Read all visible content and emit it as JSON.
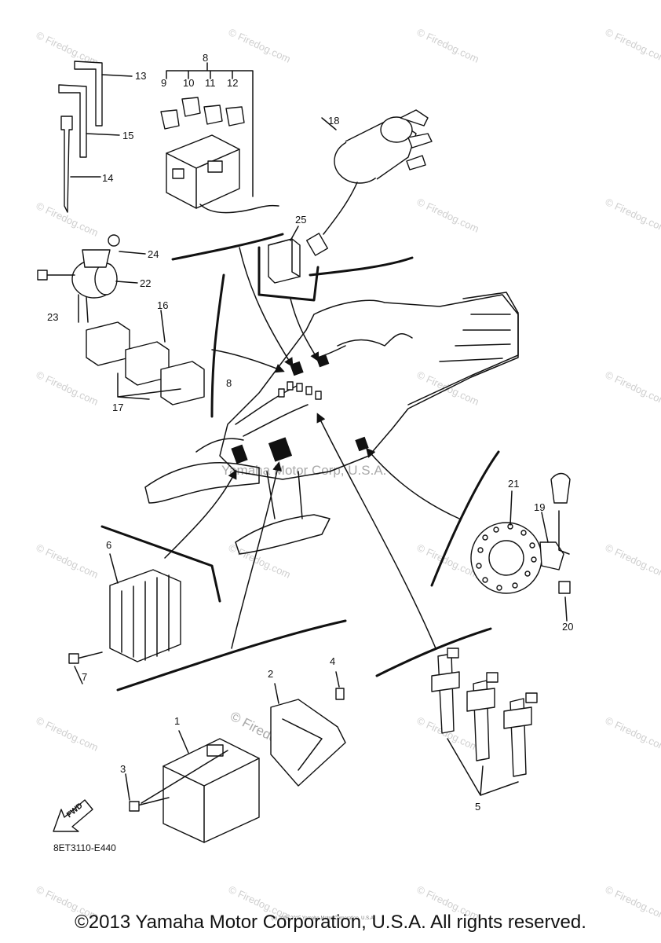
{
  "diagram": {
    "code": "8ET3110-E440",
    "fwd": "FWD",
    "copyright": "©2013 Yamaha Motor Corporation, U.S.A. All rights reserved.",
    "center_watermark": "Yamaha Motor Corp, U.S.A.",
    "tiny_note": "(c) 2005-2015 Yamaha Motor Corporation, U.S.A.",
    "watermark_text": "© Firedog.com",
    "callouts": {
      "c1": "1",
      "c2": "2",
      "c3": "3",
      "c4": "4",
      "c5": "5",
      "c6": "6",
      "c7": "7",
      "c8": "8",
      "c8b": "8",
      "c9": "9",
      "c10": "10",
      "c11": "11",
      "c12": "12",
      "c13": "13",
      "c14": "14",
      "c15": "15",
      "c16": "16",
      "c17": "17",
      "c18": "18",
      "c19": "19",
      "c20": "20",
      "c21": "21",
      "c22": "22",
      "c23": "23",
      "c24": "24",
      "c25": "25"
    }
  }
}
